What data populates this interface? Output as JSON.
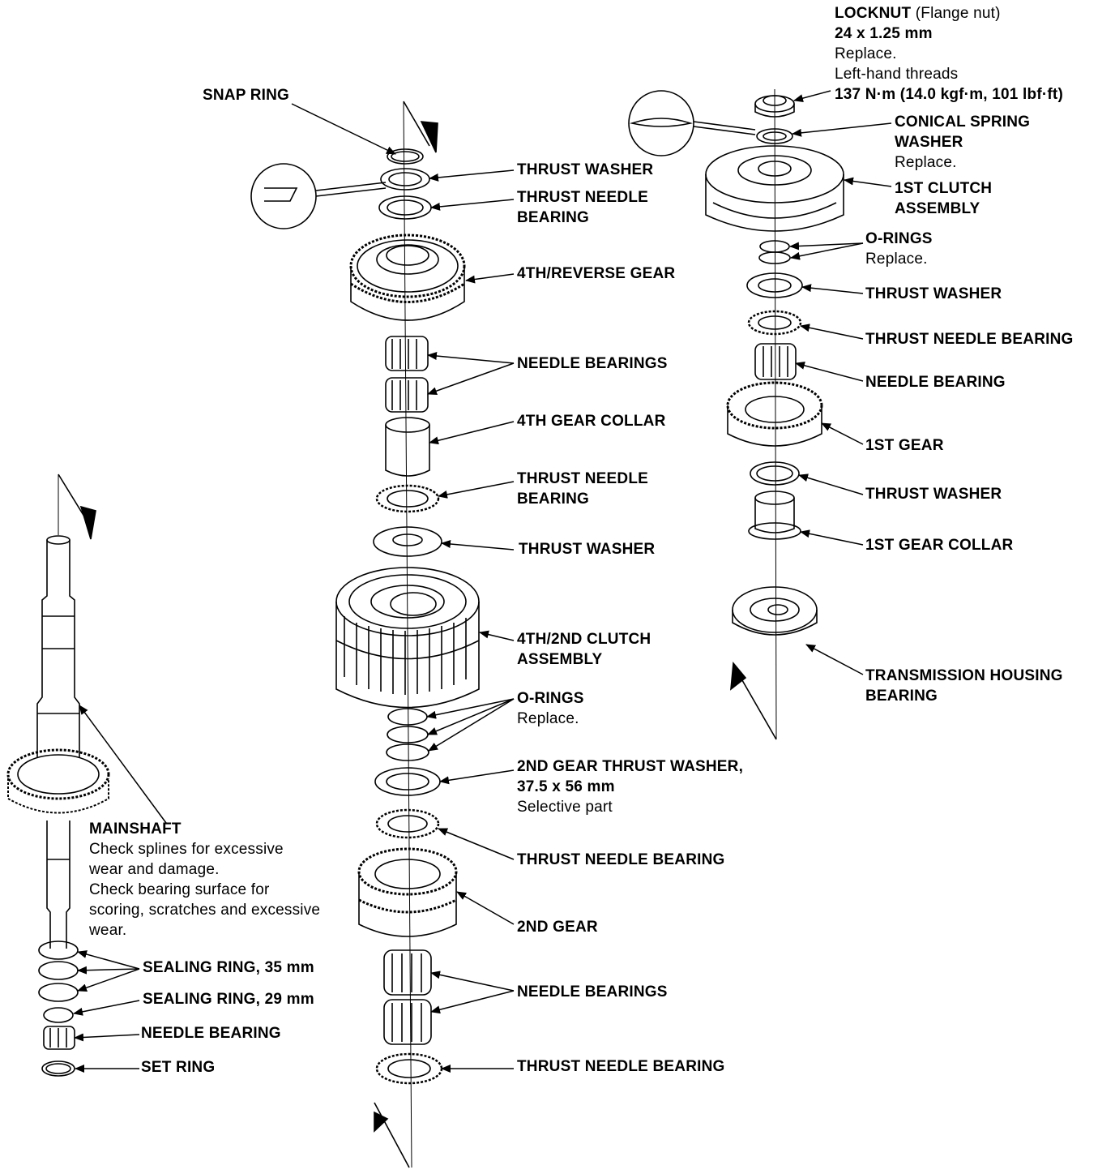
{
  "labels": {
    "locknut": {
      "title": "LOCKNUT",
      "title_note": "(Flange nut)",
      "lines": [
        "24 x 1.25 mm"
      ],
      "notes": [
        "Replace.",
        "Left-hand threads"
      ],
      "torque": "137 N·m (14.0 kgf·m, 101 lbf·ft)"
    },
    "conical_spring_washer": {
      "lines": [
        "CONICAL SPRING",
        "WASHER"
      ],
      "note": "Replace."
    },
    "first_clutch_assembly": {
      "lines": [
        "1ST CLUTCH",
        "ASSEMBLY"
      ]
    },
    "o_rings_right": {
      "title": "O-RINGS",
      "note": "Replace."
    },
    "thrust_washer_r1": "THRUST WASHER",
    "thrust_needle_bearing_r1": "THRUST NEEDLE BEARING",
    "needle_bearing_r": "NEEDLE BEARING",
    "first_gear": "1ST GEAR",
    "thrust_washer_r2": "THRUST WASHER",
    "first_gear_collar": "1ST GEAR COLLAR",
    "transmission_housing_bearing": {
      "lines": [
        "TRANSMISSION HOUSING",
        "BEARING"
      ]
    },
    "snap_ring": "SNAP RING",
    "thrust_washer_c1": "THRUST WASHER",
    "thrust_needle_bearing_c1": {
      "lines": [
        "THRUST NEEDLE",
        "BEARING"
      ]
    },
    "fourth_reverse_gear": "4TH/REVERSE GEAR",
    "needle_bearings_c1": "NEEDLE BEARINGS",
    "fourth_gear_collar": "4TH GEAR COLLAR",
    "thrust_needle_bearing_c2": {
      "lines": [
        "THRUST NEEDLE",
        "BEARING"
      ]
    },
    "thrust_washer_c2": "THRUST WASHER",
    "fourth_second_clutch_assembly": {
      "lines": [
        "4TH/2ND CLUTCH",
        "ASSEMBLY"
      ]
    },
    "o_rings_center": {
      "title": "O-RINGS",
      "note": "Replace."
    },
    "second_gear_thrust_washer": {
      "lines": [
        "2ND GEAR THRUST WASHER,",
        "37.5 x 56 mm"
      ],
      "note": "Selective part"
    },
    "thrust_needle_bearing_c3": "THRUST NEEDLE BEARING",
    "second_gear": "2ND GEAR",
    "needle_bearings_c2": "NEEDLE BEARINGS",
    "thrust_needle_bearing_c4": "THRUST NEEDLE BEARING",
    "mainshaft": {
      "title": "MAINSHAFT",
      "notes": [
        "Check splines for excessive",
        "wear and damage.",
        "Check bearing surface for",
        "scoring, scratches and excessive",
        "wear."
      ]
    },
    "sealing_ring_35": "SEALING RING, 35 mm",
    "sealing_ring_29": "SEALING RING, 29 mm",
    "needle_bearing_l": "NEEDLE BEARING",
    "set_ring": "SET RING"
  }
}
